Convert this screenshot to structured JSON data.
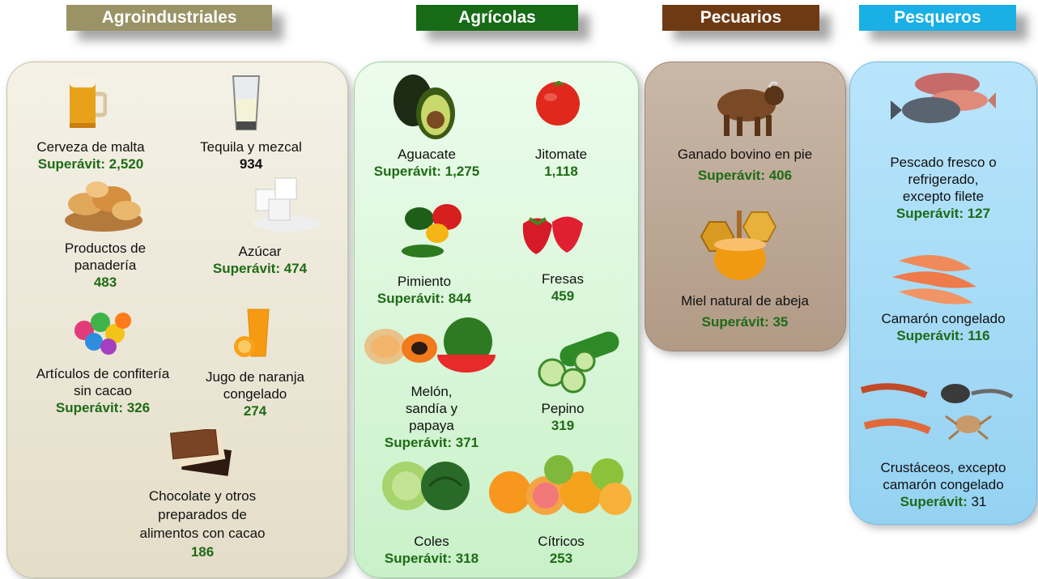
{
  "sections": {
    "agro": {
      "title": "Agroindustriales",
      "color": "#9a9366",
      "items": [
        {
          "name": "Cerveza de malta",
          "value": "Superávit: 2,520",
          "green": true
        },
        {
          "name": "Tequila y mezcal",
          "value": "934",
          "green": false
        },
        {
          "name": "Productos de panadería",
          "value": "483",
          "green": true
        },
        {
          "name": "Azúcar",
          "value": "Superávit: 474",
          "green": true
        },
        {
          "name": "Artículos de confitería sin cacao",
          "value": "Superávit: 326",
          "green": true
        },
        {
          "name": "Jugo de naranja congelado",
          "value": "274",
          "green": true
        },
        {
          "name": "Chocolate y otros preparados de alimentos con cacao",
          "value": "186",
          "green": true
        }
      ]
    },
    "agri": {
      "title": "Agrícolas",
      "color": "#176b17",
      "items": [
        {
          "name": "Aguacate",
          "value": "Superávit: 1,275"
        },
        {
          "name": "Jitomate",
          "value": "1,118"
        },
        {
          "name": "Pimiento",
          "value": "Superávit: 844"
        },
        {
          "name": "Fresas",
          "value": "459"
        },
        {
          "name": "Melón, sandía y papaya",
          "value": "Superávit: 371"
        },
        {
          "name": "Pepino",
          "value": "319"
        },
        {
          "name": "Coles",
          "value": "Superávit: 318"
        },
        {
          "name": "Cítricos",
          "value": "253"
        }
      ]
    },
    "pec": {
      "title": "Pecuarios",
      "color": "#6e3a13",
      "items": [
        {
          "name": "Ganado bovino en pie",
          "value": "Superávit: 406"
        },
        {
          "name": "Miel natural de abeja",
          "value": "Superávit: 35"
        }
      ]
    },
    "pes": {
      "title": "Pesqueros",
      "color": "#1ab0e6",
      "items": [
        {
          "name": "Pescado fresco o refrigerado, excepto filete",
          "value": "Superávit: 127"
        },
        {
          "name": "Camarón congelado",
          "value": "Superávit: 116"
        },
        {
          "name": "Crustáceos, excepto camarón congelado",
          "value_label": "Superávit:",
          "value_num": " 31"
        }
      ]
    }
  },
  "colors": {
    "agro_panel": "#ece7d6",
    "agri_panel": "#d9f7d9",
    "pec_panel": "#bba796",
    "pes_panel": "#a9dcf6",
    "value_green": "#1e6b16"
  },
  "icons": [
    "beer-icon",
    "tequila-glass-icon",
    "bread-icon",
    "sugar-icon",
    "candy-icon",
    "orange-juice-icon",
    "chocolate-icon",
    "avocado-icon",
    "tomato-icon",
    "pepper-icon",
    "strawberry-icon",
    "melon-icon",
    "cucumber-icon",
    "cabbage-icon",
    "citrus-icon",
    "bull-icon",
    "honey-icon",
    "fish-icon",
    "shrimp-icon",
    "crustacean-icon"
  ]
}
